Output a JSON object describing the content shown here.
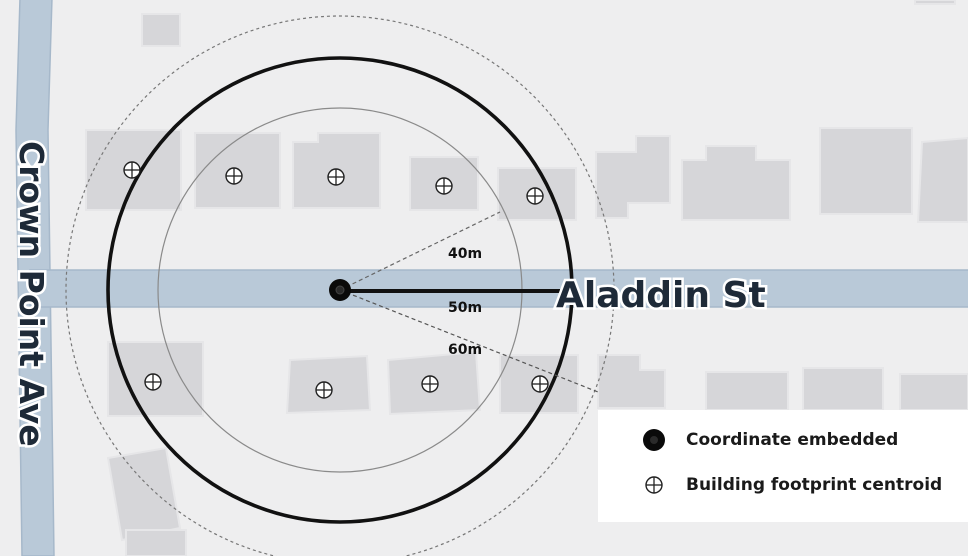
{
  "map": {
    "streets": {
      "horizontal": "Aladdin St",
      "vertical": "Crown Point Ave"
    },
    "rings": [
      {
        "label": "40m",
        "style": "thin-gray"
      },
      {
        "label": "50m",
        "style": "bold-black"
      },
      {
        "label": "60m",
        "style": "dashed-gray"
      }
    ],
    "colors": {
      "background": "#eeeeef",
      "road": "#b9c9d8",
      "building": "#d6d6d9",
      "ring_primary": "#111111",
      "ring_secondary": "#808080"
    }
  },
  "legend": {
    "items": [
      {
        "symbol": "filled-black-dot",
        "label": "Coordinate embedded"
      },
      {
        "symbol": "crosshair-circle",
        "label": "Building footprint centroid"
      }
    ]
  }
}
